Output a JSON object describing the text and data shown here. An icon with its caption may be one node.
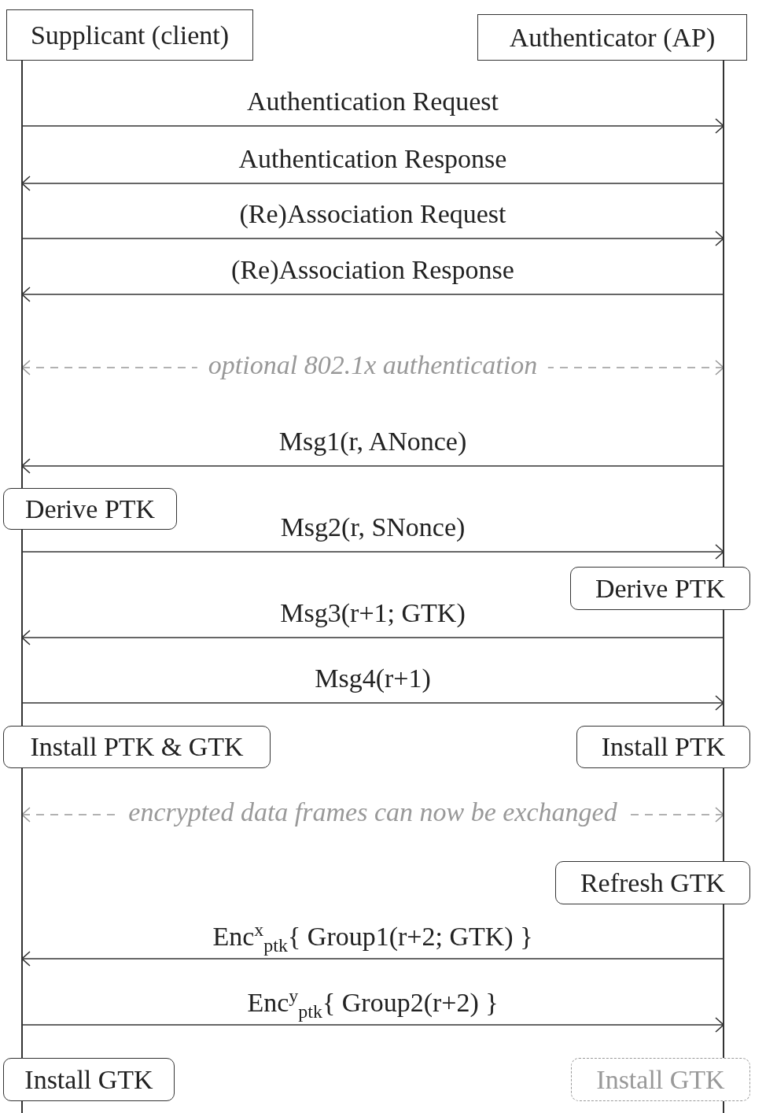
{
  "diagram": {
    "nodes": [
      {
        "text": [
          "Supplicant (client)"
        ]
      },
      {
        "text": [
          "Authenticator (AP)"
        ]
      },
      {
        "text": [
          "Derive PTK"
        ],
        "in": 0
      },
      {
        "text": [
          "Derive PTK"
        ],
        "in": 1
      },
      {
        "text": [
          "Install PTK & GTK"
        ],
        "in": 0
      },
      {
        "text": [
          "Install PTK"
        ],
        "in": 1
      },
      {
        "text": [
          "Refresh GTK"
        ],
        "in": 1
      },
      {
        "text": [
          "Install GTK"
        ],
        "in": 0
      },
      {
        "text": [
          "Install GTK"
        ],
        "in": 1
      }
    ],
    "edges": [
      {
        "from": 0,
        "to": 1,
        "arrow": "to",
        "label": "Authentication Request"
      },
      {
        "from": 1,
        "to": 0,
        "arrow": "to",
        "label": "Authentication Response"
      },
      {
        "from": 0,
        "to": 1,
        "arrow": "to",
        "label": "(Re)Association Request"
      },
      {
        "from": 1,
        "to": 0,
        "arrow": "to",
        "label": "(Re)Association Response"
      },
      {
        "from": 0,
        "to": 1,
        "arrow": "both",
        "label": "optional 802.1x authentication",
        "style": "dashed",
        "color": "#999999"
      },
      {
        "from": 1,
        "to": 0,
        "arrow": "to",
        "label": "Msg1(r, ANonce)"
      },
      {
        "from": 0,
        "to": 1,
        "arrow": "to",
        "label": "Msg2(r, SNonce)"
      },
      {
        "from": 1,
        "to": 0,
        "arrow": "to",
        "label": "Msg3(r+1; GTK)"
      },
      {
        "from": 0,
        "to": 1,
        "arrow": "to",
        "label": "Msg4(r+1)"
      },
      {
        "from": 0,
        "to": 1,
        "arrow": "both",
        "label": "encrypted data frames can now be exchanged",
        "style": "dashed",
        "color": "#999999"
      },
      {
        "from": 1,
        "to": 0,
        "arrow": "to",
        "label": "Enc$^{x}$$_{ptk}${ Group1(r+2; GTK) }"
      },
      {
        "from": 0,
        "to": 1,
        "arrow": "to",
        "label": "Enc$^{y}$$_{ptk}${ Group2(r+2) }"
      }
    ]
  }
}
